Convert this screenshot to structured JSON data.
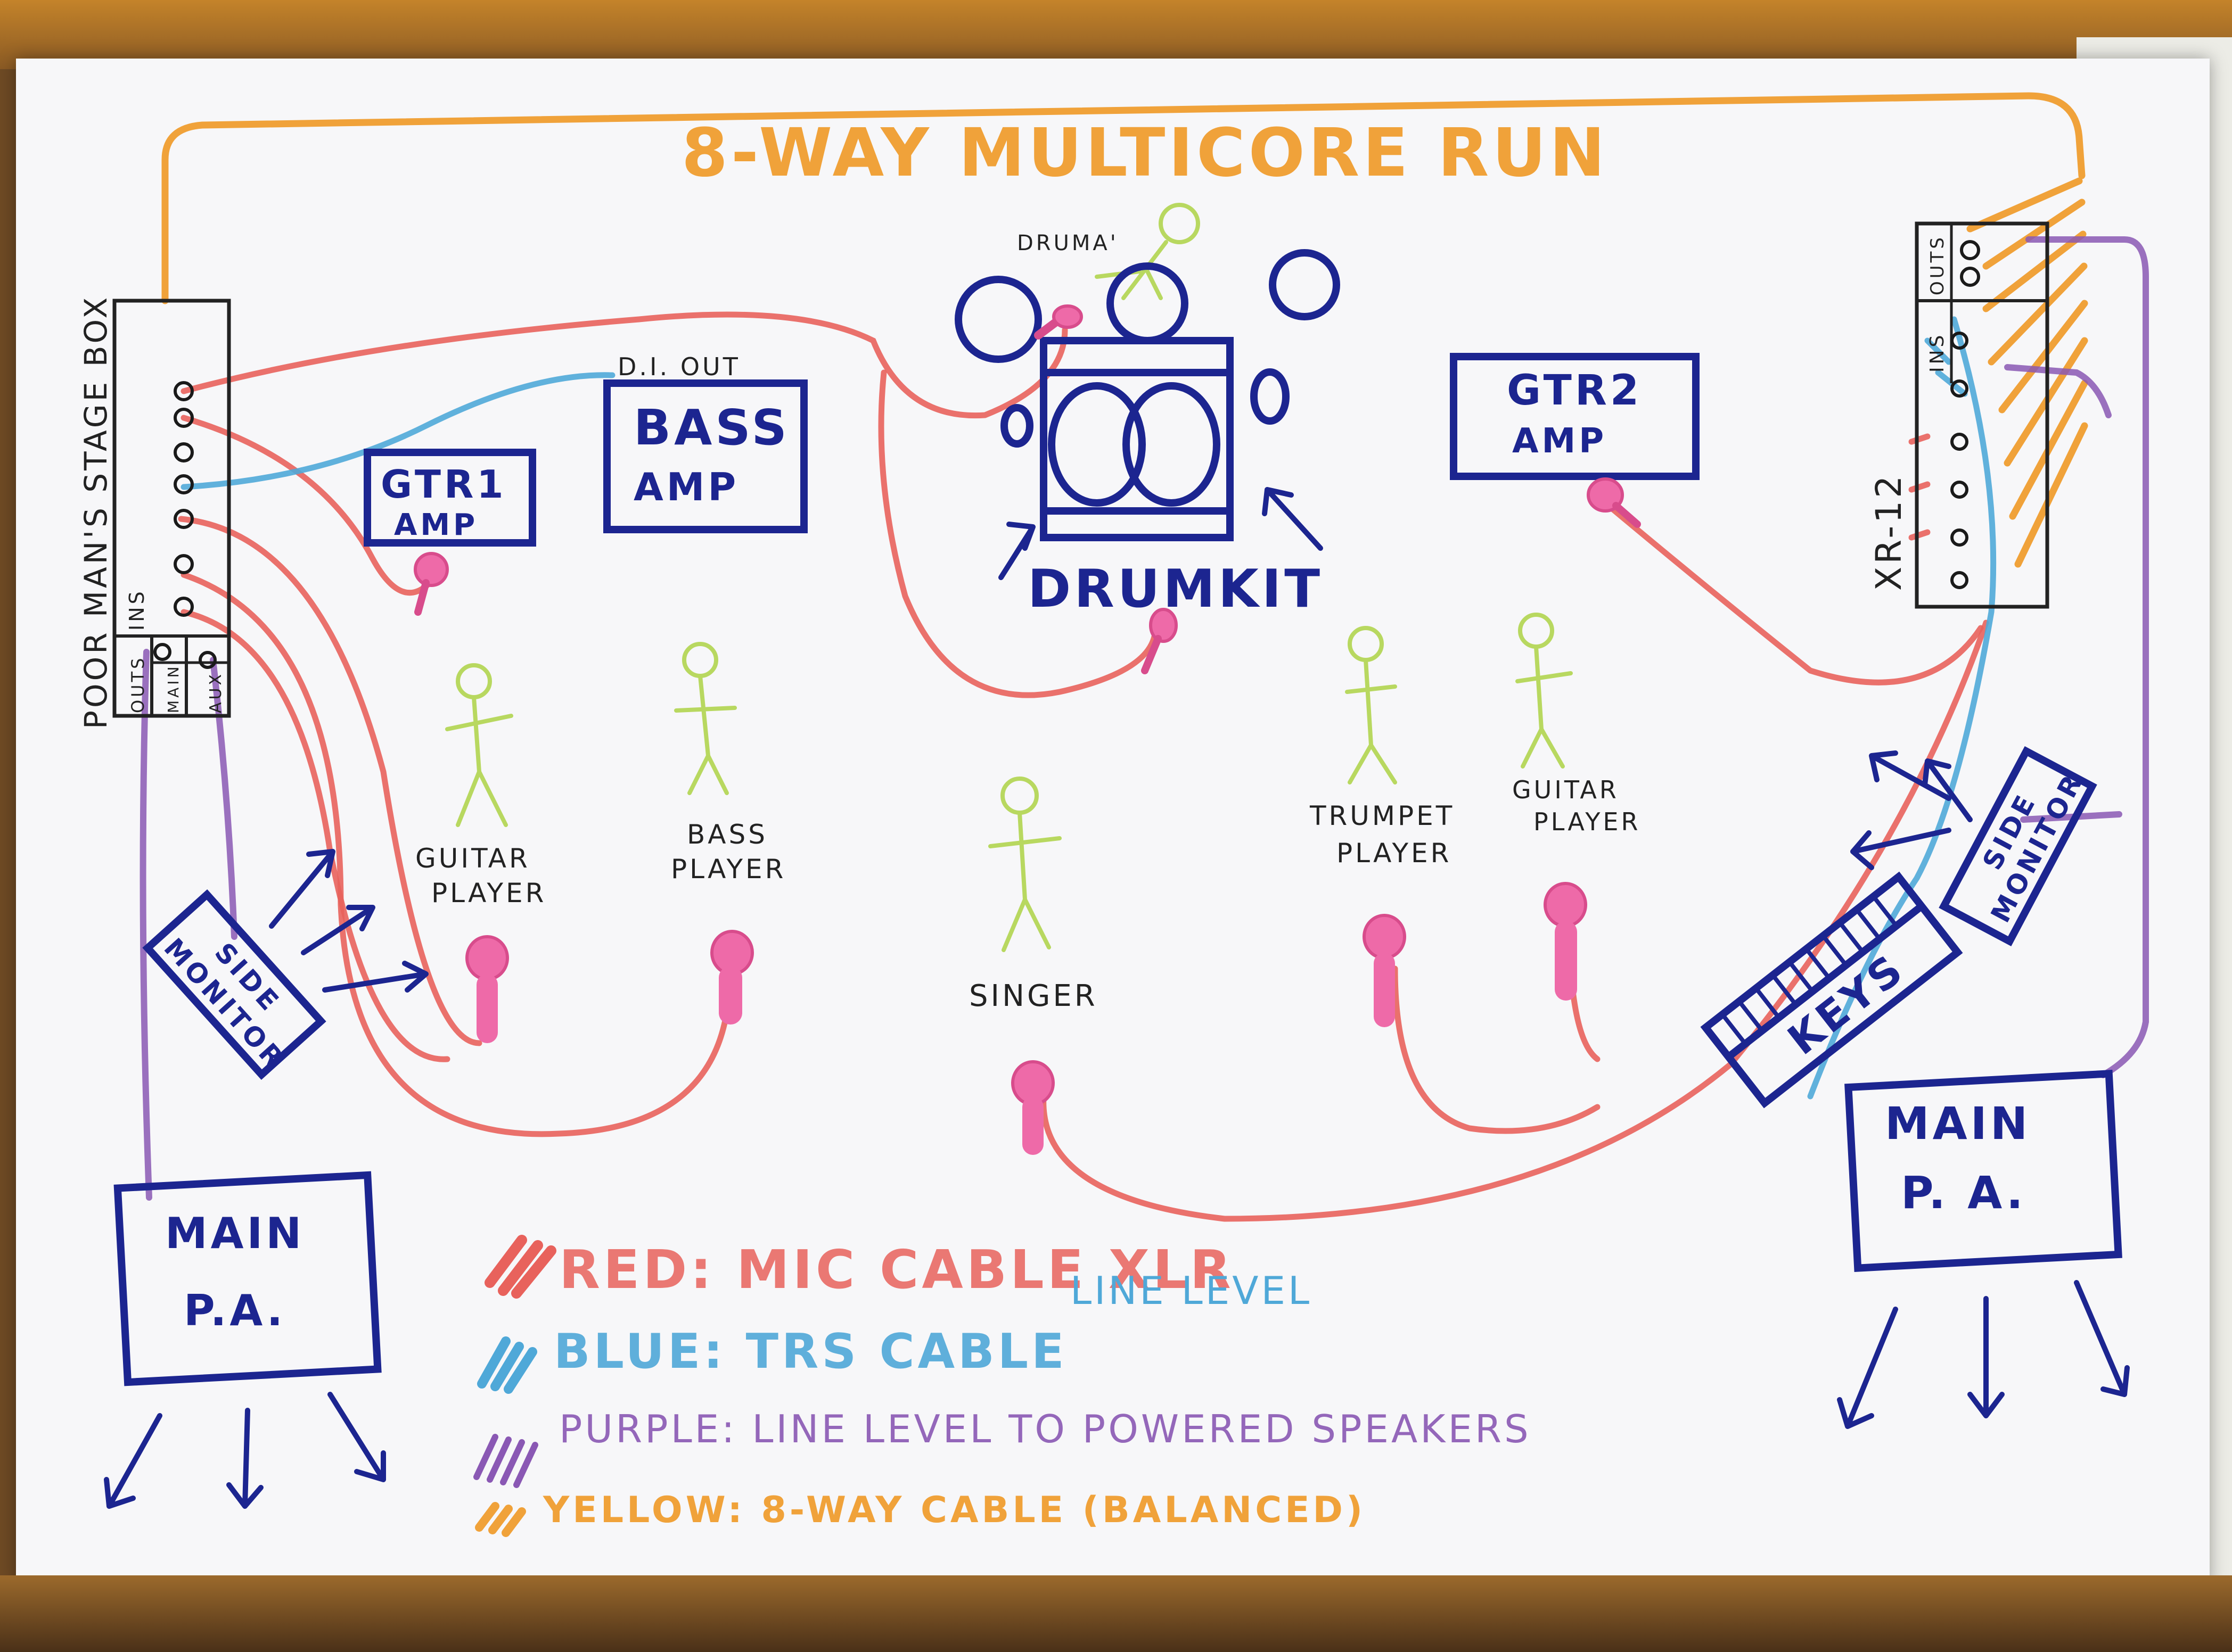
{
  "title": "8-WAY MULTICORE RUN",
  "stage_box": {
    "label": "POOR MAN'S STAGE BOX",
    "section_ins": "INS",
    "section_outs": "OUTS",
    "out_main": "MAIN",
    "out_aux": "AUX"
  },
  "mixer": {
    "label": "XR-12",
    "section_ins": "INS",
    "section_outs": "OUTS"
  },
  "amps": {
    "gtr1_line1": "GTR1",
    "gtr1_line2": "AMP",
    "bass_line1": "BASS",
    "bass_line2": "AMP",
    "bass_note": "D.I. OUT",
    "gtr2_line1": "GTR2",
    "gtr2_line2": "AMP"
  },
  "drumkit": {
    "label": "DRUMKIT",
    "drummer_label": "DRUMA'"
  },
  "performers": {
    "guitar_left_1": "GUITAR",
    "guitar_left_2": "PLAYER",
    "bass_1": "BASS",
    "bass_2": "PLAYER",
    "singer": "SINGER",
    "trumpet_1": "TRUMPET",
    "trumpet_2": "PLAYER",
    "guitar_right_1": "GUITAR",
    "guitar_right_2": "PLAYER"
  },
  "monitors": {
    "left_line1": "SIDE",
    "left_line2": "MONITOR",
    "right_line1": "SIDE",
    "right_line2": "MONITOR"
  },
  "keys": {
    "label": "KEYS"
  },
  "main_pa": {
    "left_line1": "MAIN",
    "left_line2": "P.A.",
    "right_line1": "MAIN",
    "right_line2": "P. A."
  },
  "legend": {
    "red": "RED: MIC CABLE XLR",
    "blue_prefix": "BLUE: TRS CABLE",
    "blue_suffix": "LINE LEVEL",
    "purple": "PURPLE: LINE LEVEL TO POWERED SPEAKERS",
    "yellow": "YELLOW: 8-WAY CABLE (BALANCED)"
  },
  "colors": {
    "ink_navy": "#1c2590",
    "mic_cable_red": "#e8625c",
    "trs_cable_blue": "#4fa8d8",
    "speaker_cable_purple": "#8a58b4",
    "multicore_yellow": "#f0a23a",
    "performer_green": "#b8d860",
    "microphone_pink": "#ee6aa8"
  }
}
